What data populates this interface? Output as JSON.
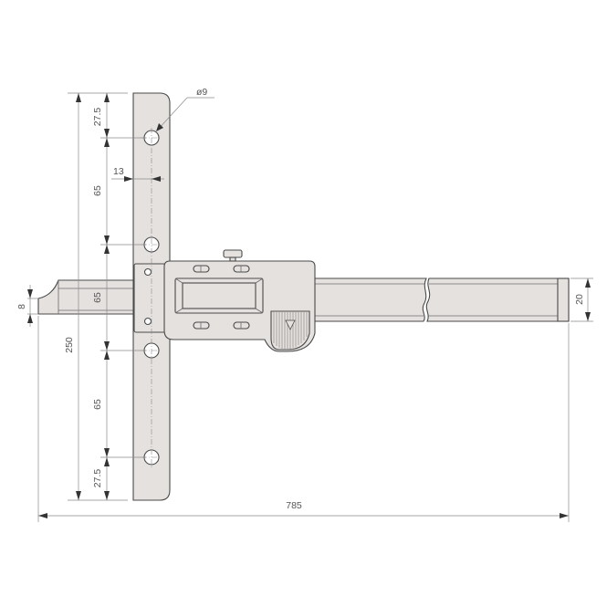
{
  "drawing": {
    "subject": "digital depth gauge with T-base",
    "colors": {
      "part_fill": "#e5e1df",
      "outline": "#4a4a4a",
      "dimension_line": "#8a8a8a",
      "label_text": "#555555",
      "background": "#ffffff"
    },
    "dimensions": {
      "hole_diameter": "ø9",
      "top_margin": "27.5",
      "hole_pitch_1": "65",
      "hole_pitch_2": "65",
      "hole_pitch_3": "65",
      "bottom_margin": "27.5",
      "hole_edge_offset": "13",
      "base_length": "250",
      "tip_height": "8",
      "beam_height": "20",
      "overall_length": "785"
    },
    "components": [
      "T-base",
      "holes",
      "slider-head",
      "lcd-display",
      "buttons",
      "thumb-roller",
      "beam",
      "measuring-tip"
    ]
  }
}
